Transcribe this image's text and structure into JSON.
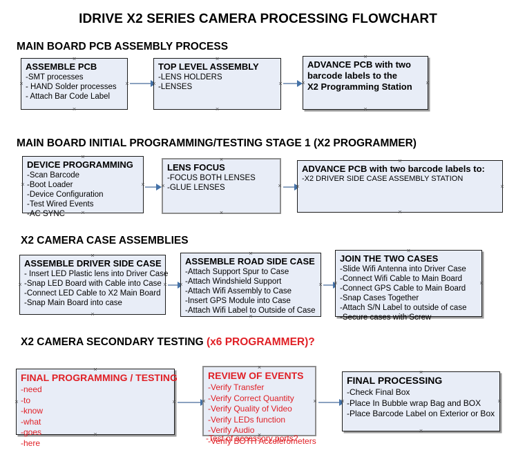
{
  "document": {
    "title": "IDRIVE X2  SERIES CAMERA PROCESSING FLOWCHART"
  },
  "sections": [
    {
      "id": "main-board-pcb-assembly",
      "header": "MAIN BOARD PCB ASSEMBLY PROCESS",
      "header_accent": "",
      "nodes": [
        {
          "id": "assemble-pcb",
          "title": "ASSEMBLE PCB",
          "lines": [
            "-SMT processes",
            "- HAND Solder processes",
            "- Attach Bar Code Label"
          ],
          "text_color": "#000000"
        },
        {
          "id": "top-level-assembly",
          "title": "TOP LEVEL ASSEMBLY",
          "lines": [
            "-LENS HOLDERS",
            "-LENSES"
          ],
          "text_color": "#000000"
        },
        {
          "id": "advance-pcb-to-programming-station",
          "title": "ADVANCE PCB with two",
          "lines": [
            "barcode labels to the",
            " X2 Programming Station"
          ],
          "text_color": "#000000"
        }
      ]
    },
    {
      "id": "main-board-initial-programming",
      "header": "MAIN BOARD INITIAL PROGRAMMING/TESTING STAGE 1 (X2 PROGRAMMER)",
      "header_accent": "",
      "nodes": [
        {
          "id": "device-programming",
          "title": "DEVICE PROGRAMMING",
          "lines": [
            "-Scan Barcode",
            "-Boot Loader",
            "-Device Configuration",
            "-Test Wired Events",
            "-AC SYNC"
          ],
          "text_color": "#000000"
        },
        {
          "id": "lens-focus",
          "title": "LENS FOCUS",
          "lines": [
            "-FOCUS BOTH LENSES",
            "-GLUE LENSES"
          ],
          "text_color": "#000000"
        },
        {
          "id": "advance-pcb-to-driver-side-case-station",
          "title": "ADVANCE PCB with two barcode labels to:",
          "lines": [
            "-X2 DRIVER  SIDE  CASE  ASSEMBLY STATION"
          ],
          "text_color": "#000000"
        }
      ]
    },
    {
      "id": "x2-camera-case-assemblies",
      "header": "X2 CAMERA CASE ASSEMBLIES",
      "header_accent": "",
      "nodes": [
        {
          "id": "assemble-driver-side-case",
          "title": "ASSEMBLE DRIVER SIDE CASE",
          "lines": [
            "- Insert LED Plastic lens into Driver Case",
            "-Snap LED Board with Cable into Case",
            "-Connect LED Cable to X2 Main Board",
            "-Snap Main Board into case"
          ],
          "text_color": "#000000"
        },
        {
          "id": "assemble-road-side-case",
          "title": "ASSEMBLE ROAD SIDE CASE",
          "lines": [
            "-Attach Support Spur to Case",
            "-Attach Windshield Support",
            "-Attach Wifi Assembly to Case",
            "-Insert GPS Module into Case",
            "-Attach Wifi Label to Outside of Case"
          ],
          "text_color": "#000000"
        },
        {
          "id": "join-the-two-cases",
          "title": "JOIN THE TWO CASES",
          "lines": [
            "-Slide Wifi Antenna into Driver Case",
            "-Connect Wifi Cable to Main Board",
            "-Connect GPS Cable to Main Board",
            "-Snap Cases Together",
            "-Attach S/N Label to outside of case",
            "-Secure cases with Screw"
          ],
          "text_color": "#000000"
        }
      ]
    },
    {
      "id": "x2-camera-secondary-testing",
      "header": "X2 CAMERA SECONDARY TESTING ",
      "header_accent": "(x6 PROGRAMMER)?",
      "nodes": [
        {
          "id": "final-programming-testing",
          "title": "FINAL PROGRAMMING / TESTING",
          "lines": [
            "-need",
            "-to",
            "-know",
            "-what",
            "-goes",
            "-here"
          ],
          "text_color": "#e02026"
        },
        {
          "id": "review-of-events",
          "title": "REVIEW OF EVENTS",
          "lines": [
            "-Verify Transfer",
            "-Verify Correct Quantity",
            "-Verify Quality of Video",
            "-Verify LEDs function",
            "-Verify Audio",
            "-Verify BOTH Accelerometers"
          ],
          "overflow_line": "-Test of accessory ports?",
          "text_color": "#e02026"
        },
        {
          "id": "final-processing",
          "title": "FINAL PROCESSING",
          "lines": [
            " -Check Final Box",
            "-Place In Bubble wrap Bag and BOX",
            "-Place Barcode Label on Exterior or Box"
          ],
          "text_color": "#000000"
        }
      ]
    }
  ],
  "colors": {
    "node_fill": "#e8edf7",
    "node_border": "#1b1b1b",
    "arrow_line": "#8ba2c0",
    "arrow_head": "#4472a8",
    "accent_red": "#e02026",
    "text_black": "#000000"
  }
}
